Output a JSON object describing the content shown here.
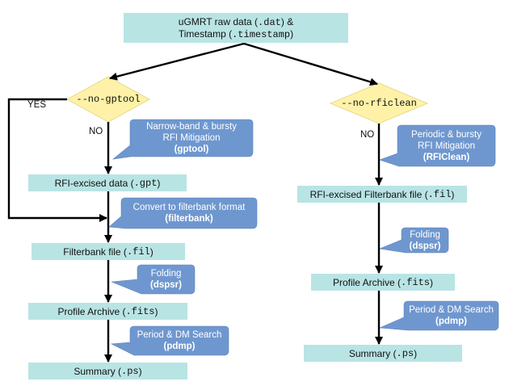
{
  "start": {
    "line1": "uGMRT raw data (",
    "code1": ".dat",
    "line1_end": ") &",
    "line2": "Timestamp (",
    "code2": ".timestamp",
    "line2_end": ")"
  },
  "left": {
    "decision": "--no-gptool",
    "yes_label": "YES",
    "no_label": "NO",
    "excised": {
      "text": "RFI-excised data (",
      "code": ".gpt",
      "end": ")"
    },
    "filterbank": {
      "text": "Filterbank file (",
      "code": ".fil",
      "end": ")"
    },
    "archive": {
      "text": "Profile Archive (",
      "code": ".fits",
      "end": ")"
    },
    "summary": {
      "text": "Summary (",
      "code": ".ps",
      "end": ")"
    },
    "callouts": {
      "mitigation": {
        "line1": "Narrow-band & bursty",
        "line2": "RFI Mitigation",
        "tool": "(gptool)"
      },
      "convert": {
        "line1": "Convert to filterbank format",
        "tool": "(filterbank)"
      },
      "folding": {
        "line1": "Folding",
        "tool": "(dspsr)"
      },
      "search": {
        "line1": "Period & DM Search",
        "tool": "(pdmp)"
      }
    }
  },
  "right": {
    "decision": "--no-rficlean",
    "no_label": "NO",
    "excised": {
      "text": "RFI-excised Filterbank file (",
      "code": ".fil",
      "end": ")"
    },
    "archive": {
      "text": "Profile Archive (",
      "code": ".fits",
      "end": ")"
    },
    "summary": {
      "text": "Summary (",
      "code": ".ps",
      "end": ")"
    },
    "callouts": {
      "mitigation": {
        "line1": "Periodic & bursty",
        "line2": "RFI Mitigation",
        "tool": "(RFIClean)"
      },
      "folding": {
        "line1": "Folding",
        "tool": "(dspsr)"
      },
      "search": {
        "line1": "Period & DM Search",
        "tool": "(pdmp)"
      }
    }
  },
  "colors": {
    "box": "#b9e4e4",
    "diamond": "#fff2a8",
    "callout": "#6f97cf",
    "edge": "#000000"
  }
}
